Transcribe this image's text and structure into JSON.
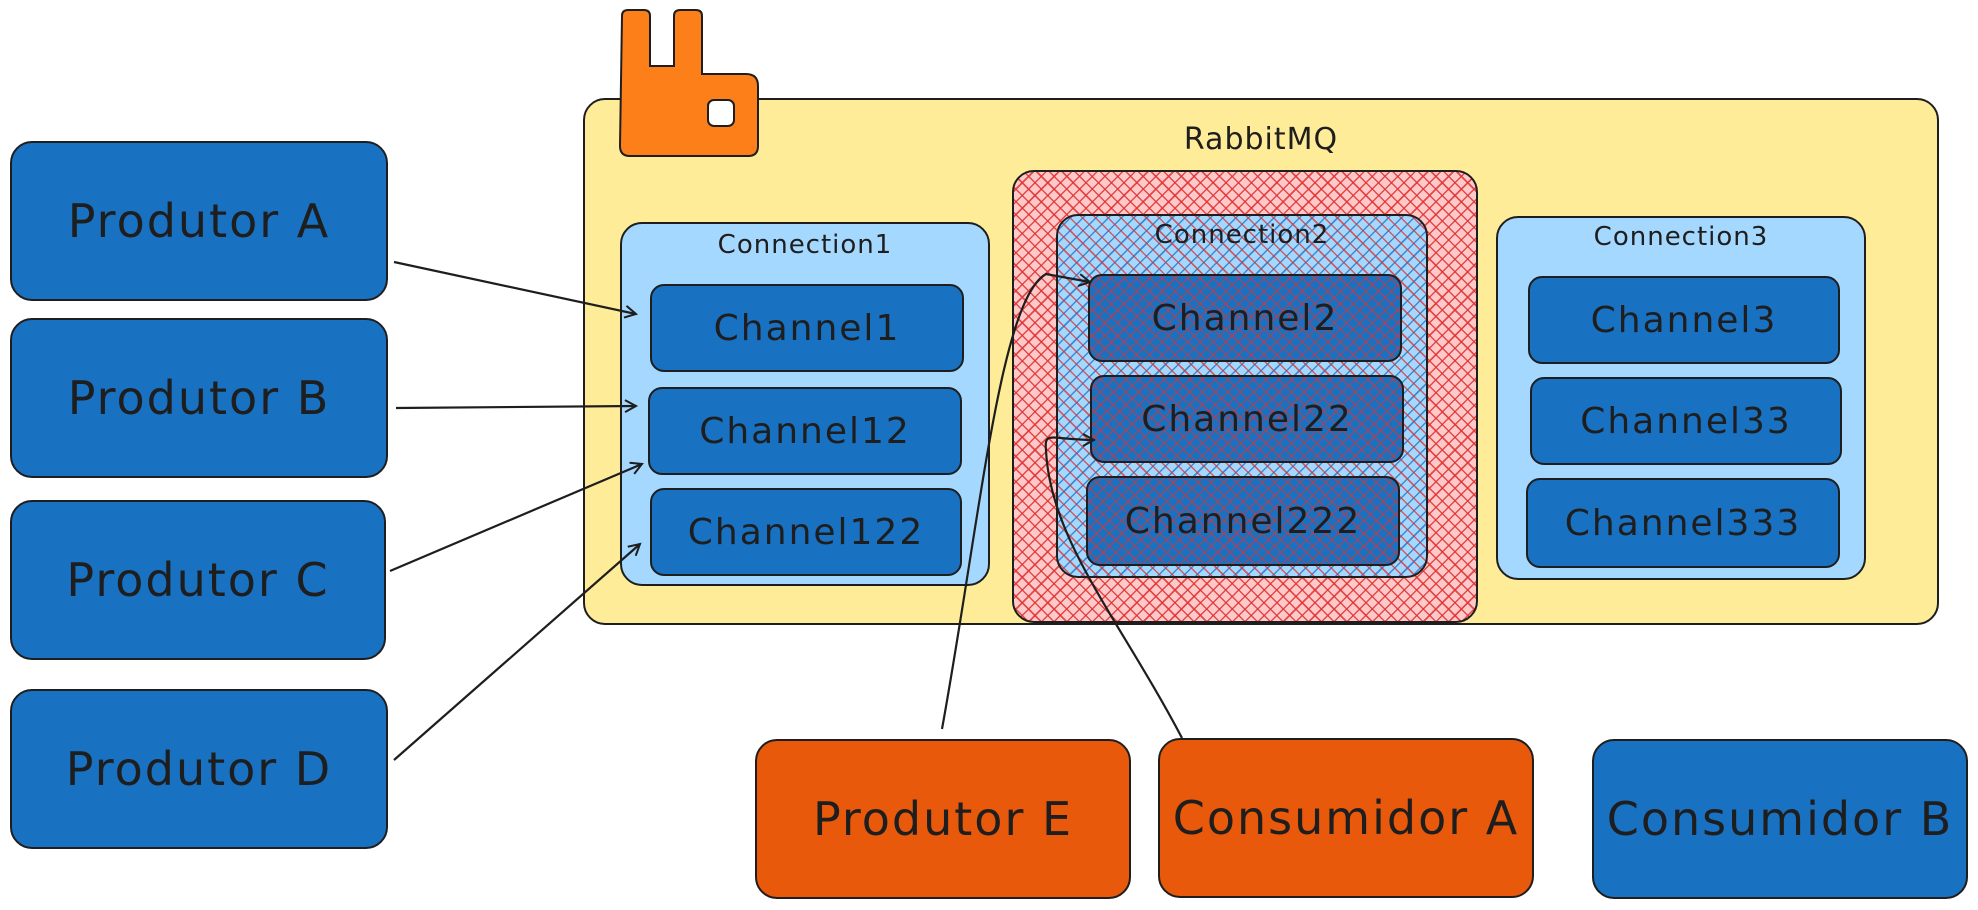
{
  "rabbitmq": {
    "title": "RabbitMQ",
    "logo_color": "#fd7f1a",
    "bg_color": "#ffec99"
  },
  "connections": [
    {
      "title": "Connection1",
      "channels": [
        "Channel1",
        "Channel12",
        "Channel122"
      ]
    },
    {
      "title": "Connection2",
      "channels": [
        "Channel2",
        "Channel22",
        "Channel222"
      ]
    },
    {
      "title": "Connection3",
      "channels": [
        "Channel3",
        "Channel33",
        "Channel333"
      ]
    }
  ],
  "producers": [
    "Produtor A",
    "Produtor B",
    "Produtor C",
    "Produtor D"
  ],
  "bottom": {
    "producer_e": "Produtor E",
    "consumer_a": "Consumidor A",
    "consumer_b": "Consumidor B"
  },
  "colors": {
    "blue": "#1971c2",
    "orange": "#e8590c",
    "light_blue": "#a5d8ff",
    "hatch_red": "#e03131",
    "stroke": "#1e1e1e"
  }
}
